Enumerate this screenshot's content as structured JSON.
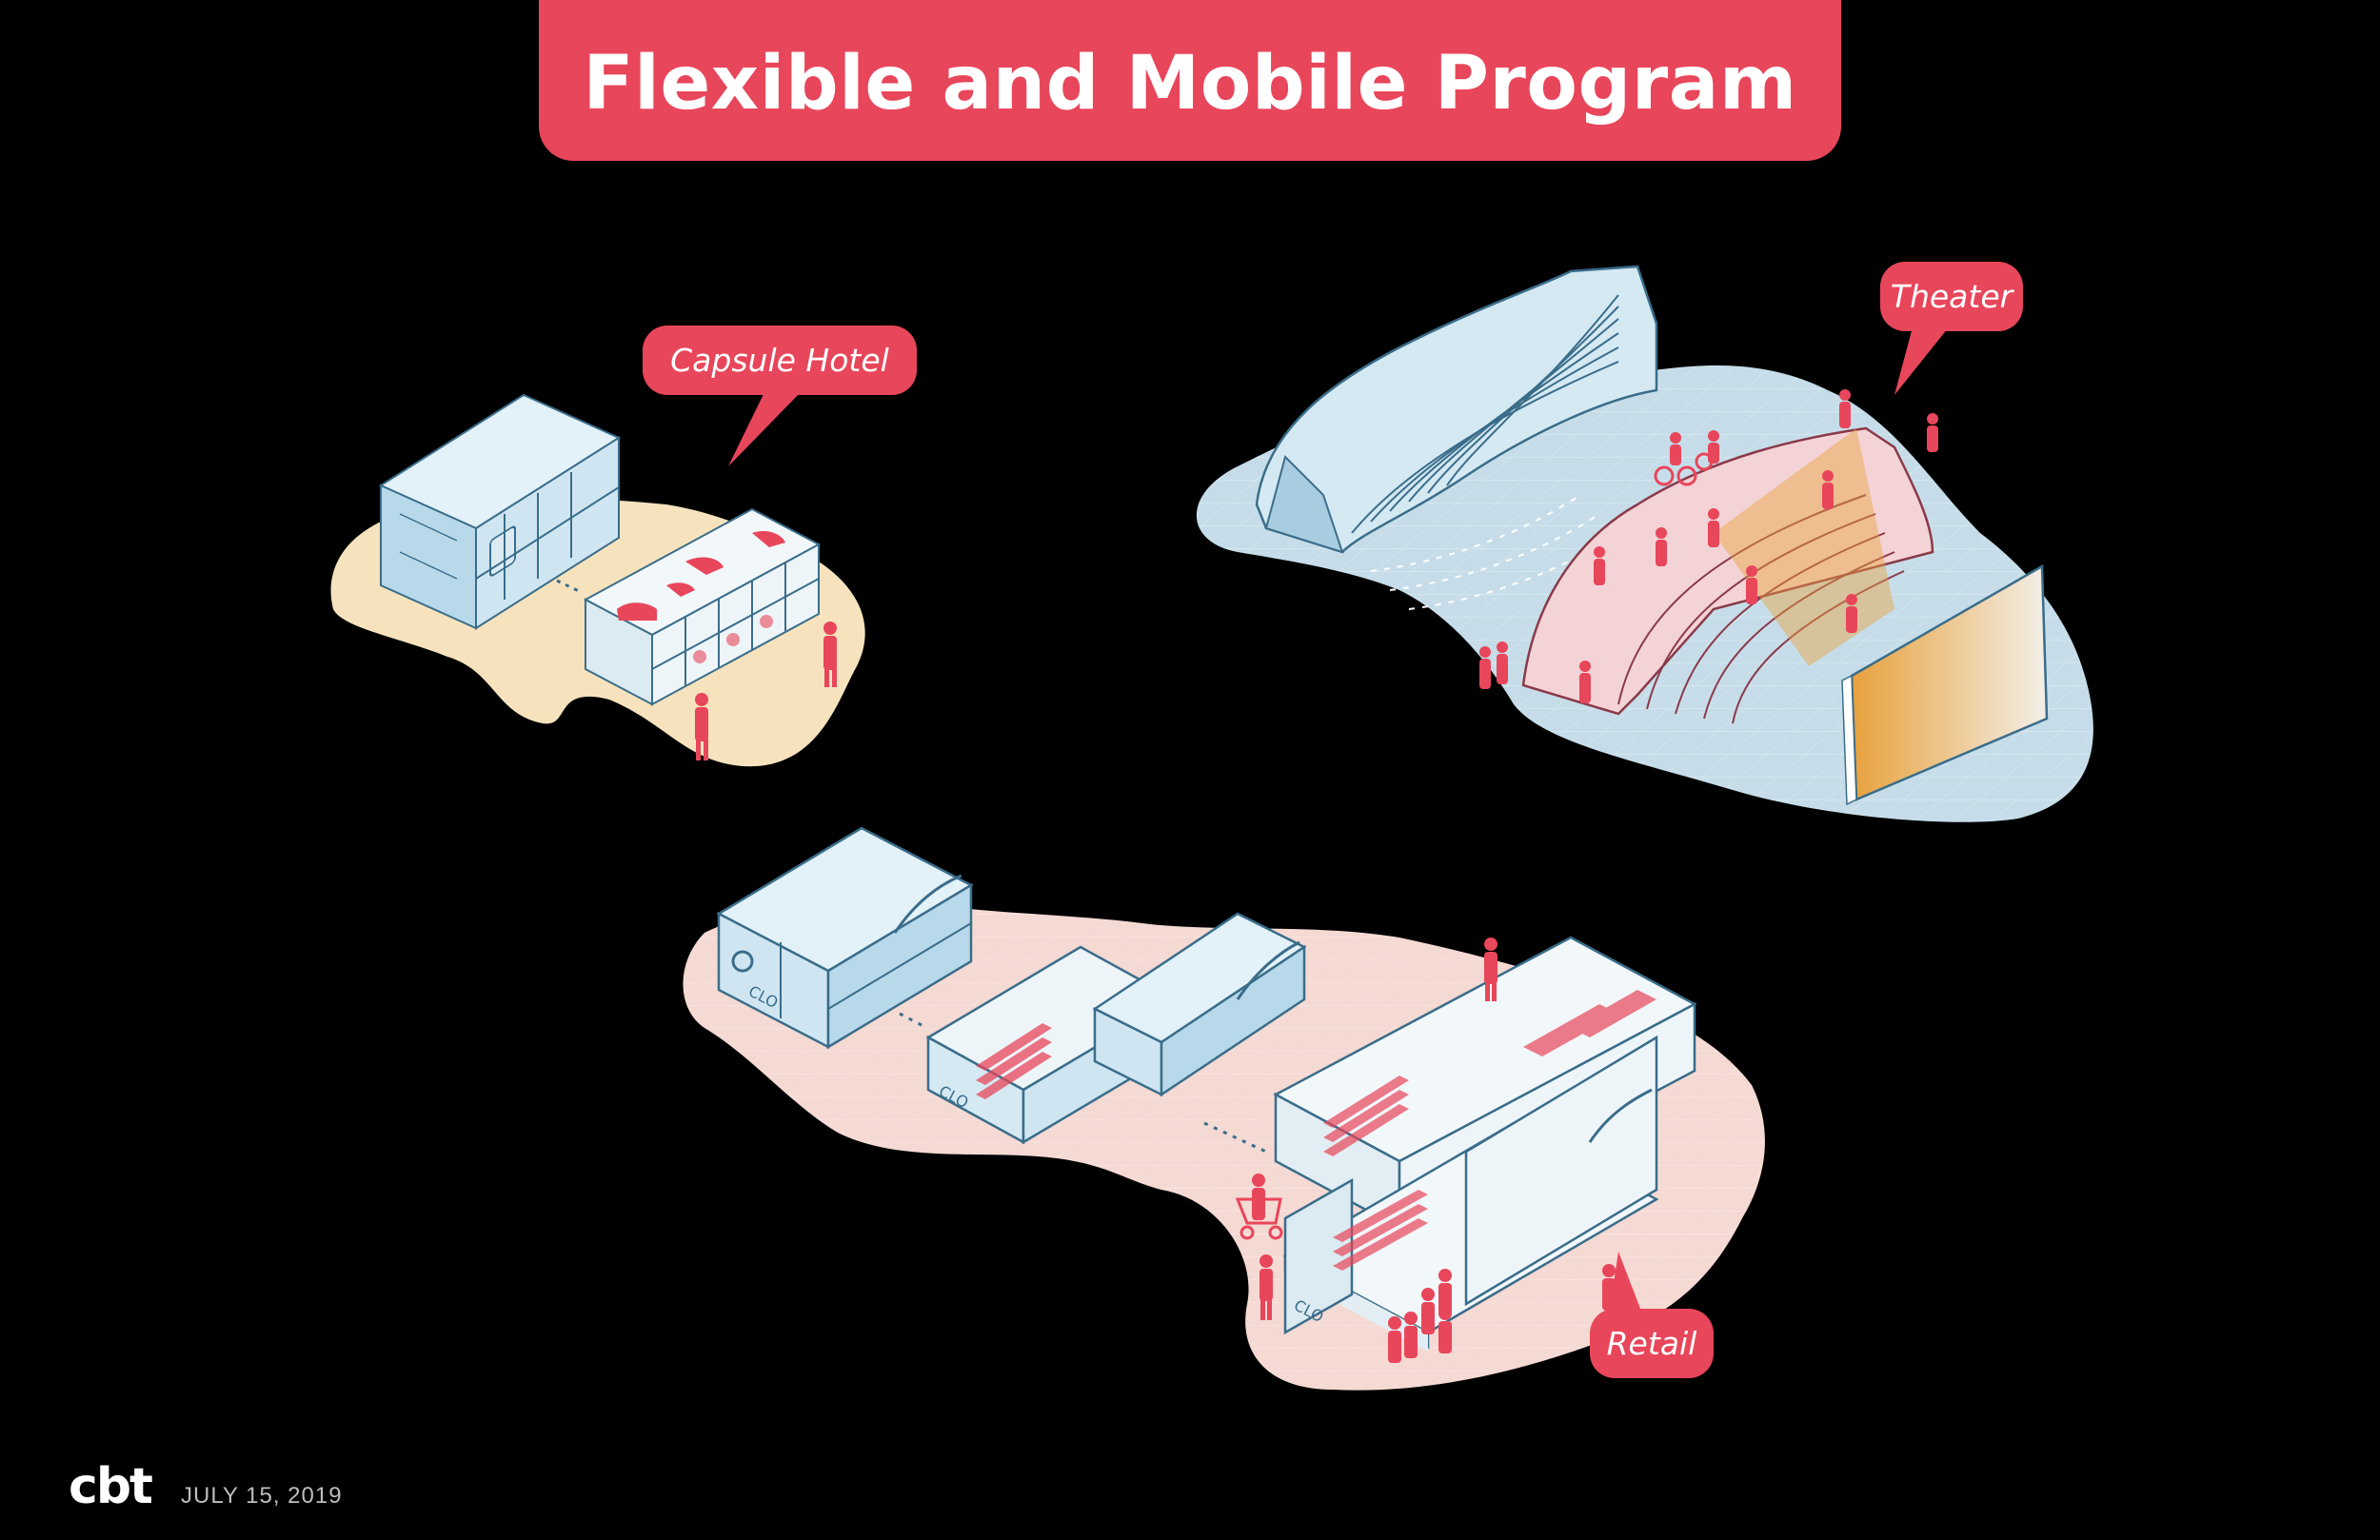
{
  "title": "Flexible and Mobile Program",
  "callouts": {
    "capsule_hotel": "Capsule Hotel",
    "theater": "Theater",
    "retail": "Retail"
  },
  "store_logos": [
    "CLO",
    "CLO",
    "CLO"
  ],
  "footer": {
    "logo": "cbt",
    "date": "JULY 15, 2019"
  },
  "colors": {
    "accent": "#e8465a",
    "background": "#000000",
    "module_blue": "#cfe6f2",
    "module_white": "#eef5f9",
    "hotel_ground": "#f6e3bd",
    "theater_ground": "#c6dde9",
    "retail_ground": "#f5d9d3",
    "screen_orange": "#e8a13c"
  }
}
